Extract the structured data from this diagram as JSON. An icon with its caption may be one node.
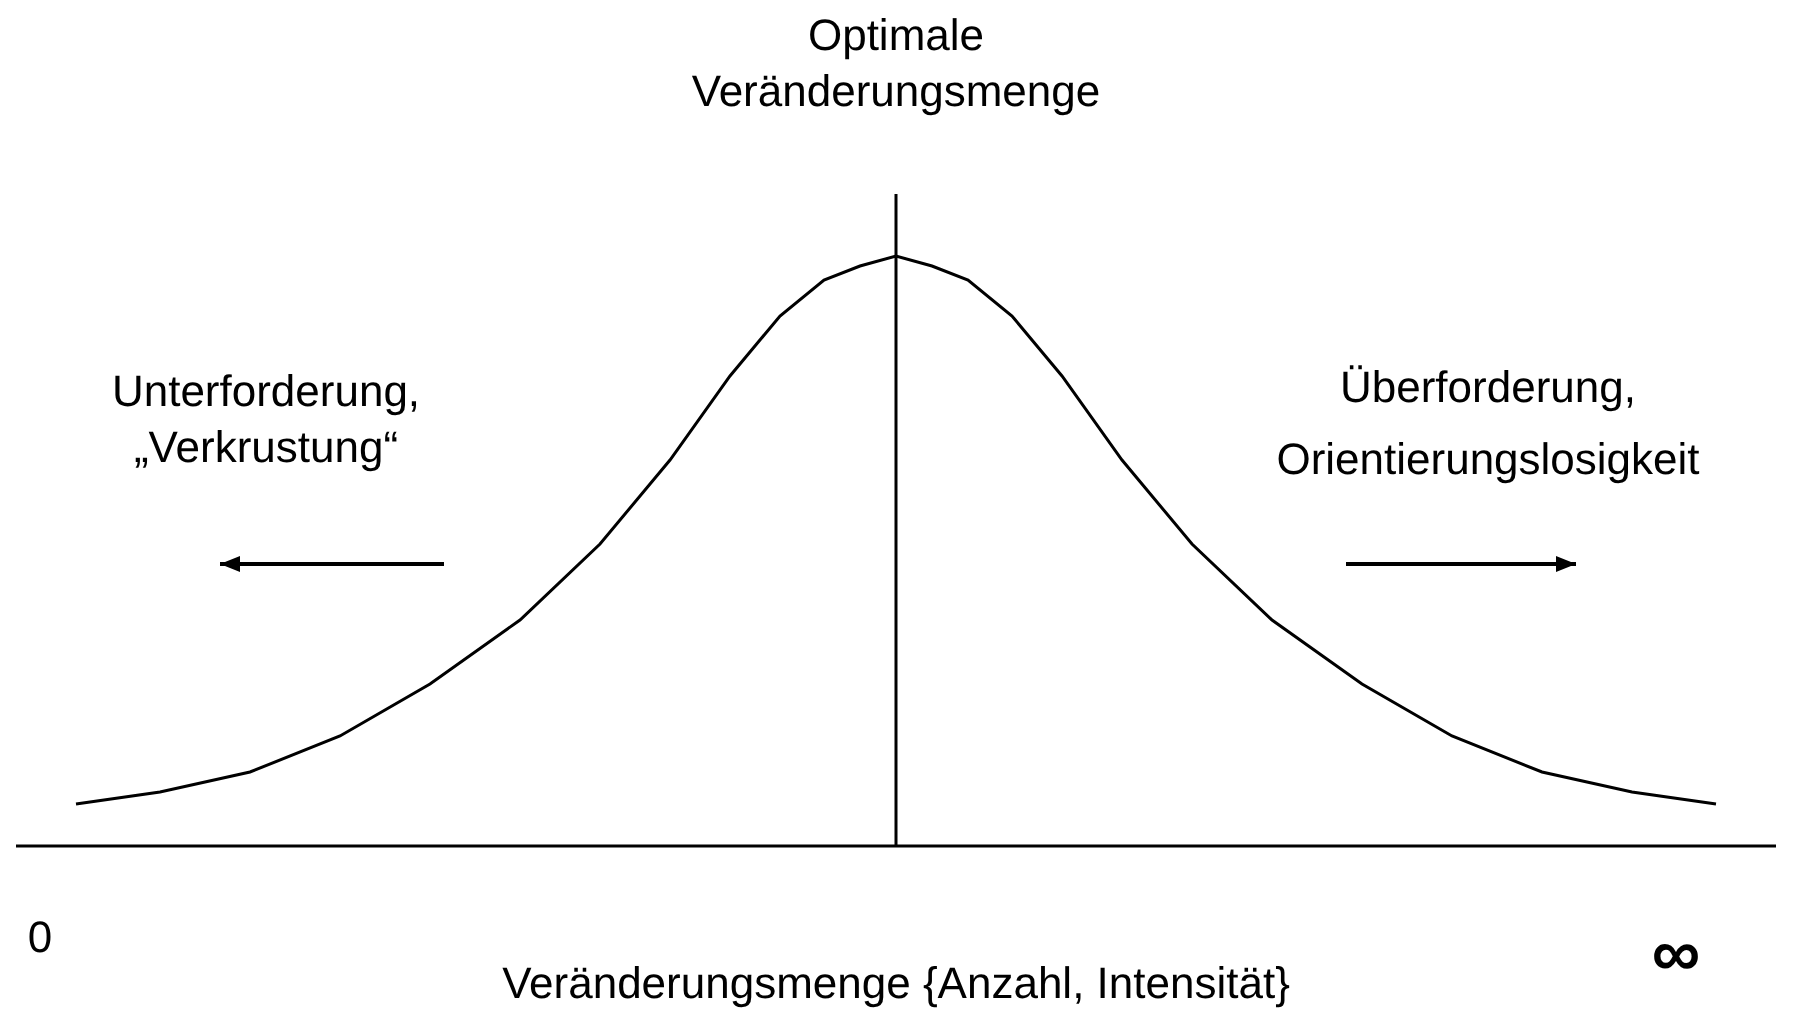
{
  "diagram": {
    "labels": [
      "Optimale Veränderungsmenge",
      "Unterforderung, „Verkrustung“",
      "Überforderung, Orientierungslosigkeit",
      "0",
      "∞",
      "Veränderungsmenge {Anzahl, Intensität}"
    ]
  }
}
